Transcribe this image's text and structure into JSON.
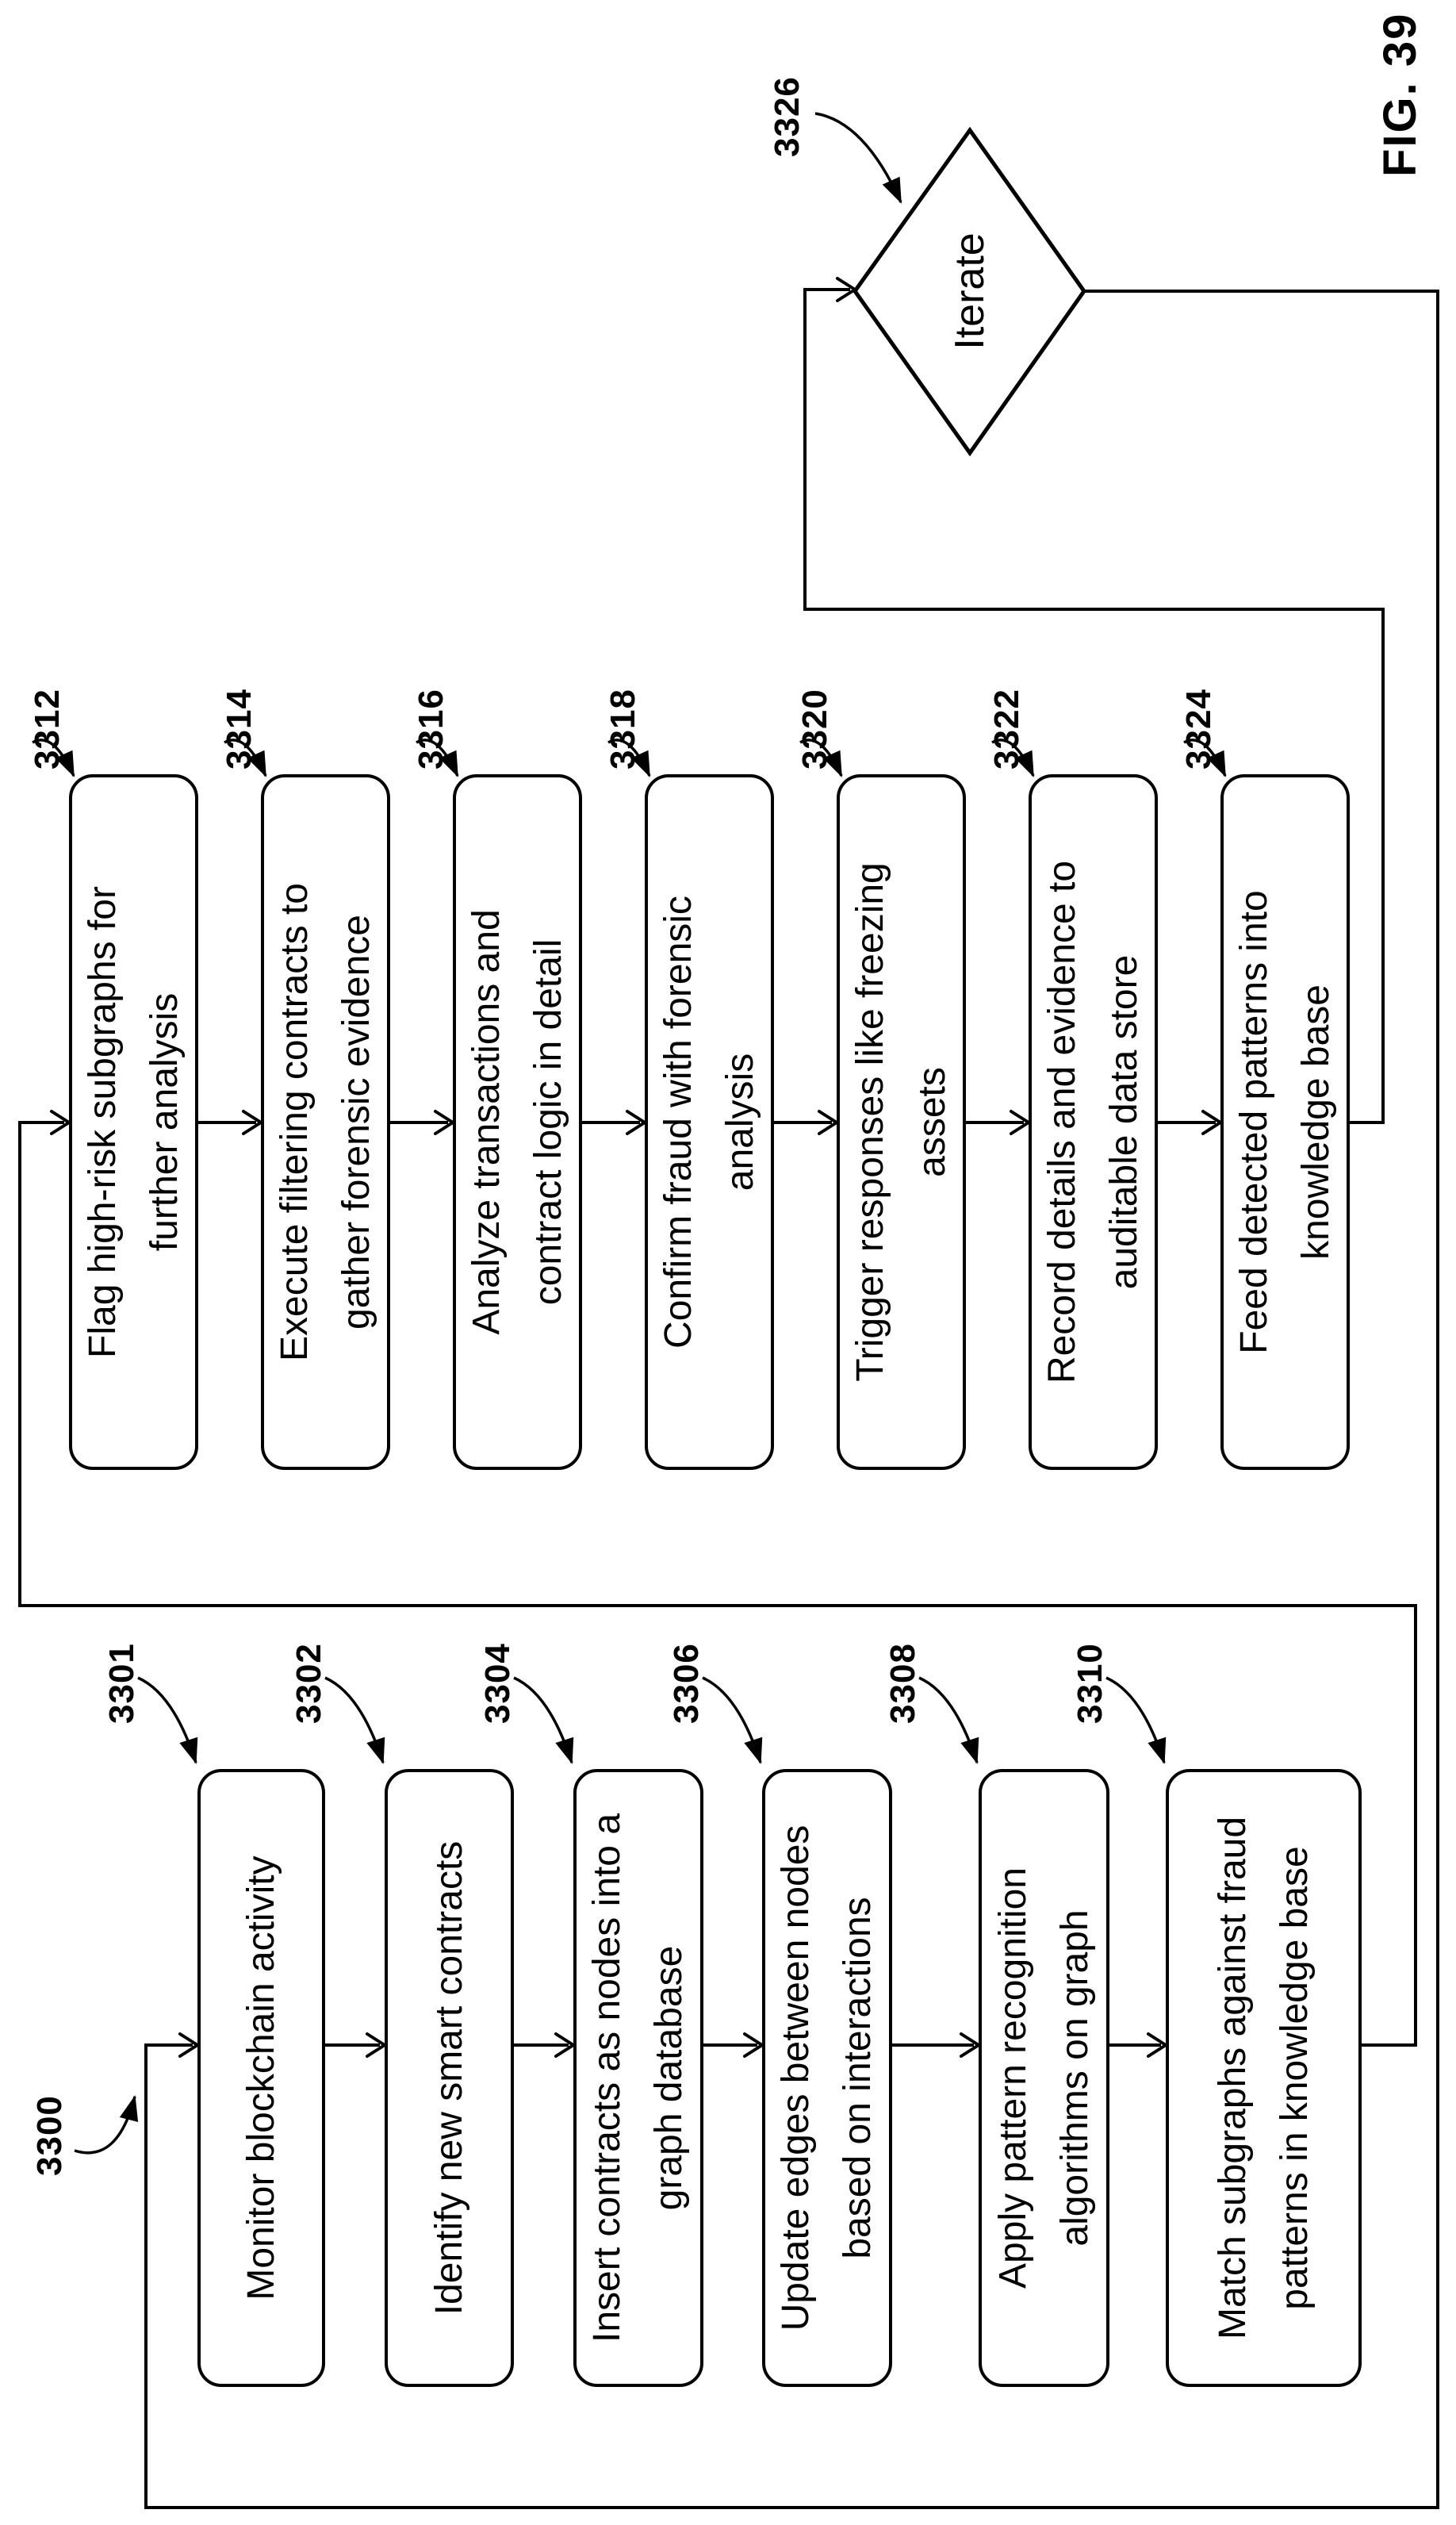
{
  "figure_label": "FIG. 39",
  "method_ref": "3300",
  "ink_color": "#000000",
  "background": "#ffffff",
  "diamond": {
    "ref": "3326",
    "label": "Iterate"
  },
  "left_column": [
    {
      "ref": "3301",
      "lines": [
        "Monitor blockchain activity"
      ]
    },
    {
      "ref": "3302",
      "lines": [
        "Identify new smart contracts"
      ]
    },
    {
      "ref": "3304",
      "lines": [
        "Insert contracts as nodes into a",
        "graph database"
      ]
    },
    {
      "ref": "3306",
      "lines": [
        "Update edges between nodes",
        "based on interactions"
      ]
    },
    {
      "ref": "3308",
      "lines": [
        "Apply pattern recognition",
        "algorithms on graph"
      ]
    },
    {
      "ref": "3310",
      "lines": [
        "Match subgraphs against fraud",
        "patterns in knowledge base"
      ]
    }
  ],
  "right_column": [
    {
      "ref": "3312",
      "lines": [
        "Flag high-risk subgraphs for",
        "further analysis"
      ]
    },
    {
      "ref": "3314",
      "lines": [
        "Execute filtering contracts to",
        "gather forensic evidence"
      ]
    },
    {
      "ref": "3316",
      "lines": [
        "Analyze transactions and",
        "contract logic in detail"
      ]
    },
    {
      "ref": "3318",
      "lines": [
        "Confirm fraud with forensic",
        "analysis"
      ]
    },
    {
      "ref": "3320",
      "lines": [
        "Trigger responses like freezing",
        "assets"
      ]
    },
    {
      "ref": "3322",
      "lines": [
        "Record details and evidence to",
        "auditable data store"
      ]
    },
    {
      "ref": "3324",
      "lines": [
        "Feed detected patterns into",
        "knowledge base"
      ]
    }
  ]
}
